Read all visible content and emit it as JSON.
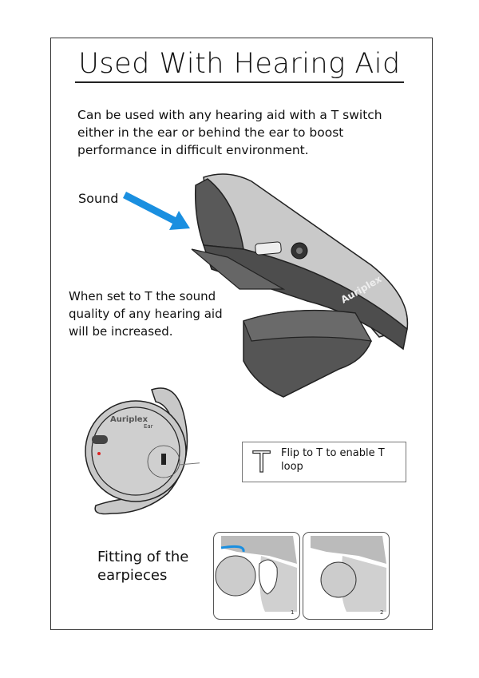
{
  "title": "Used With Hearing Aid",
  "intro": "Can be used with any hearing aid with a T switch either in the ear or behind the ear to boost performance in difficult environment.",
  "sound_label": "Sound",
  "t_note": "When set to T the sound quality of any hearing aid will be increased.",
  "callout": {
    "symbol": "T",
    "text": "Flip to T to enable T loop"
  },
  "fitting_label": "Fitting of the earpieces",
  "brand": "Auriplex",
  "brand_sub": "Ear",
  "steps": [
    "1",
    "2"
  ],
  "colors": {
    "arrow": "#1a8fe0",
    "device_light": "#c8c8c8",
    "device_dark": "#555555"
  }
}
